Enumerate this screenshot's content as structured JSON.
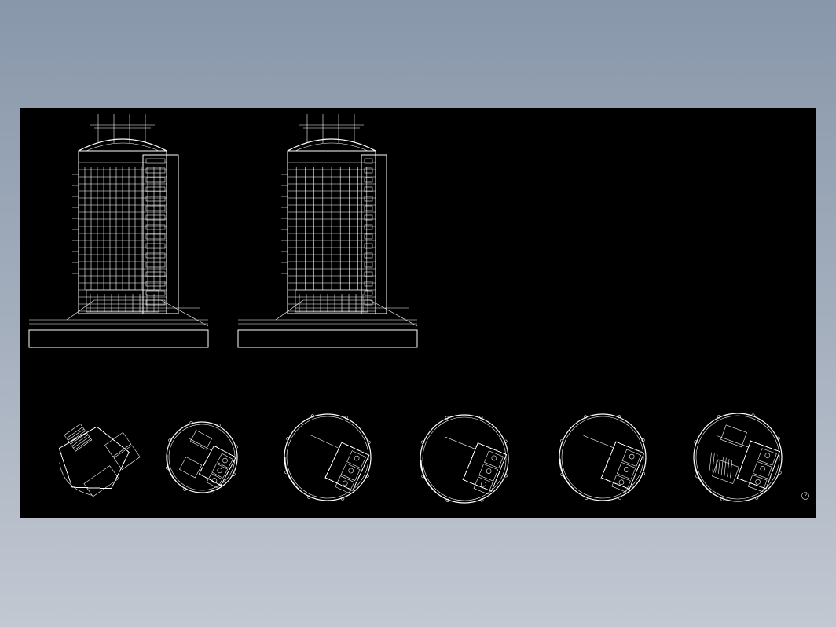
{
  "app": {
    "background_top": "#8897aa",
    "background_bottom": "#c2c8d2"
  },
  "drawing": {
    "canvas_color": "#000000",
    "line_color": "#ffffff",
    "elevations": [
      {
        "name": "elevation-left"
      },
      {
        "name": "elevation-right"
      }
    ],
    "floor_plans": [
      {
        "name": "floor-plan-1",
        "rotation_deg": -35
      },
      {
        "name": "floor-plan-2",
        "rotation_deg": 28
      },
      {
        "name": "floor-plan-3",
        "rotation_deg": 25
      },
      {
        "name": "floor-plan-4",
        "rotation_deg": 22
      },
      {
        "name": "floor-plan-5",
        "rotation_deg": 22
      },
      {
        "name": "floor-plan-6",
        "rotation_deg": 20
      }
    ],
    "ucs_icon": "ucs-icon"
  }
}
